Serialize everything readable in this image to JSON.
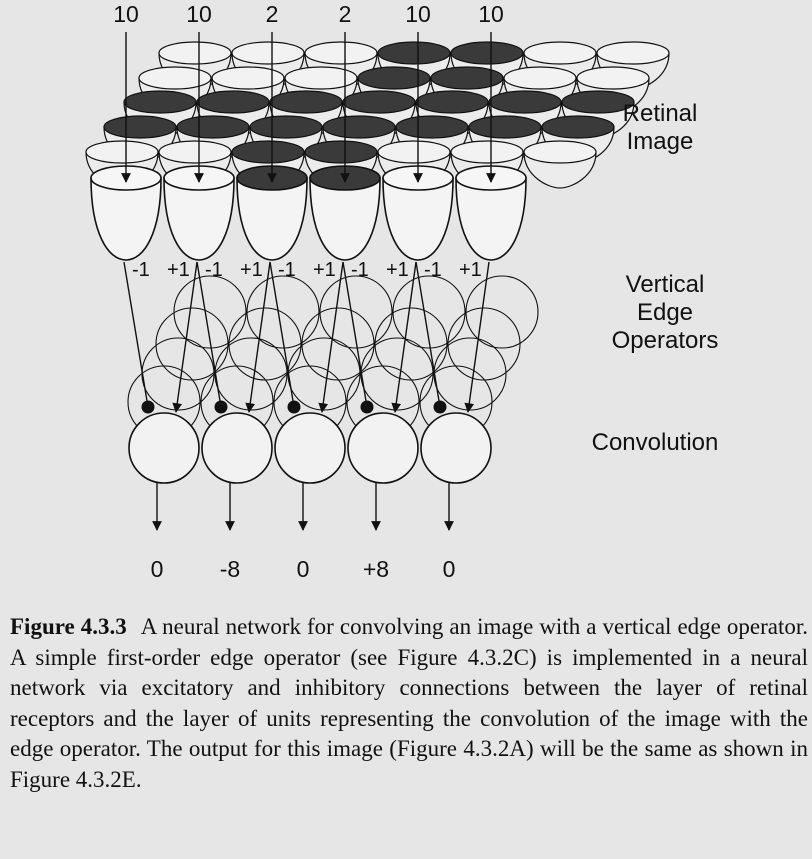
{
  "figure": {
    "input_values": [
      "10",
      "10",
      "2",
      "2",
      "10",
      "10"
    ],
    "weight_labels": [
      [
        "-1",
        "+1"
      ],
      [
        "-1",
        "+1"
      ],
      [
        "-1",
        "+1"
      ],
      [
        "-1",
        "+1"
      ],
      [
        "-1",
        "+1"
      ]
    ],
    "output_values": [
      "0",
      "-8",
      "0",
      "+8",
      "0"
    ],
    "layer_labels": {
      "retinal": [
        "Retinal",
        "Image"
      ],
      "edge": [
        "Vertical",
        "Edge",
        "Operators"
      ],
      "convolution": [
        "Convolution"
      ]
    },
    "retina_pattern": [
      [
        0,
        0,
        0,
        1,
        1,
        0,
        0
      ],
      [
        0,
        0,
        0,
        1,
        1,
        0,
        0
      ],
      [
        1,
        1,
        1,
        1,
        1,
        1,
        1
      ],
      [
        1,
        1,
        1,
        1,
        1,
        1,
        1
      ],
      [
        0,
        0,
        1,
        1,
        0,
        0,
        0
      ]
    ],
    "colors": {
      "background": "#e6e6e6",
      "dark_receptor": "#3a3a3a",
      "line": "#111111"
    }
  },
  "caption": {
    "title": "Figure 4.3.3",
    "text": "A neural network for convolving an image with a vertical edge operator. A simple first-order edge operator (see Figure 4.3.2C) is implemented in a neural network via excitatory and inhibitory connections between the layer of retinal receptors and the layer of units representing the convolution of the image with the edge operator. The output for this image (Figure 4.3.2A) will be the same as shown in Figure 4.3.2E."
  }
}
